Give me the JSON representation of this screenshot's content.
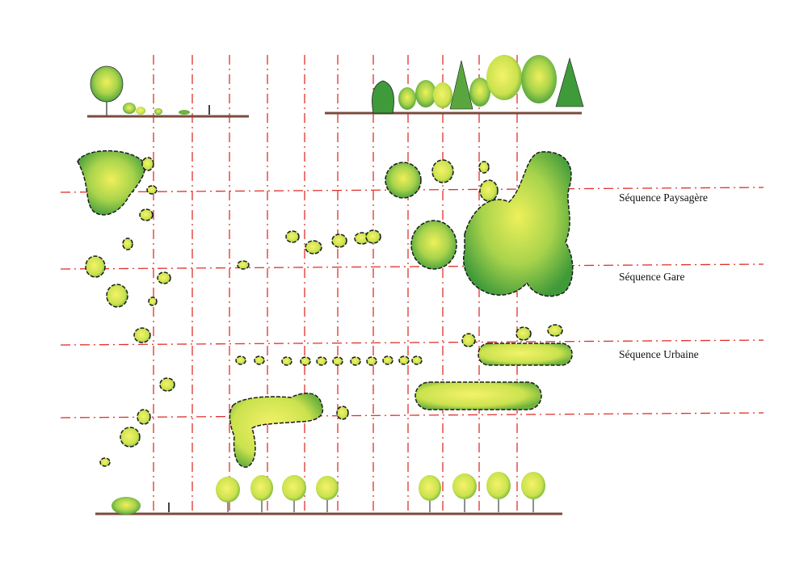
{
  "labels": {
    "paysagere": "Séquence Paysagère",
    "gare": "Séquence Gare",
    "urbaine": "Séquence Urbaine"
  },
  "colors": {
    "guide_line": "#e0312b",
    "foliage_light": "#e9ea4a",
    "foliage_mid": "#9fd04a",
    "foliage_dark": "#3f9a3a",
    "outline": "#1c1c1c",
    "ground": "#7a4b3c"
  }
}
